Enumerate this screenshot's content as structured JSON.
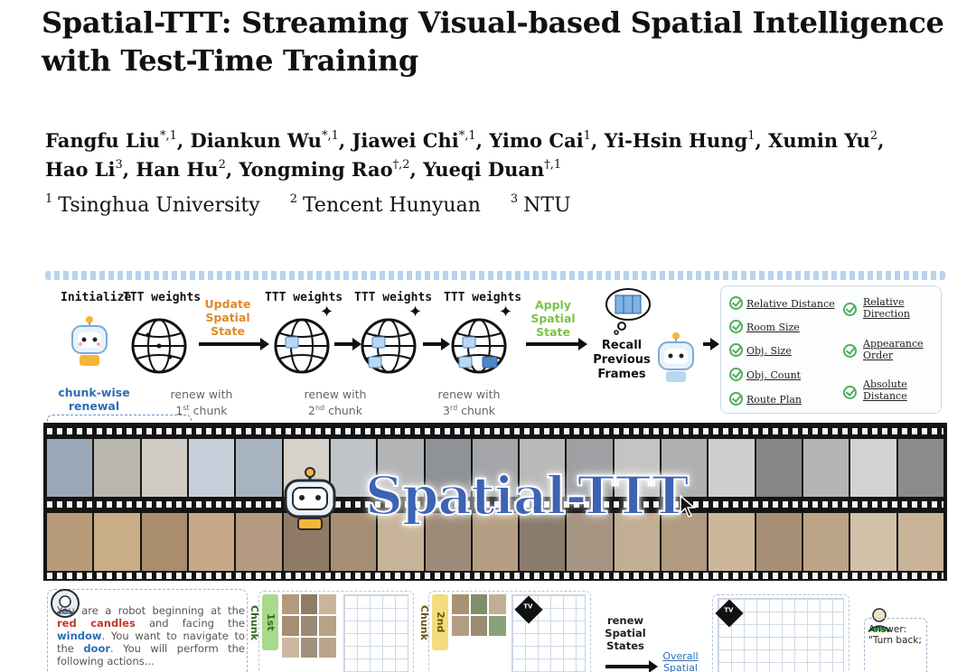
{
  "paper": {
    "title_line1": "Spatial-TTT: Streaming Visual-based Spatial Intelligence",
    "title_line2": "with Test-Time Training",
    "authors": [
      {
        "name": "Fangfu Liu",
        "sup": "*,1",
        "sep": ", "
      },
      {
        "name": "Diankun Wu",
        "sup": "*,1",
        "sep": ", "
      },
      {
        "name": "Jiawei Chi",
        "sup": "*,1",
        "sep": ", "
      },
      {
        "name": "Yimo Cai",
        "sup": "1",
        "sep": ", "
      },
      {
        "name": "Yi-Hsin Hung",
        "sup": "1",
        "sep": ", "
      },
      {
        "name": "Xumin Yu",
        "sup": "2",
        "sep": ","
      },
      {
        "name": "Hao Li",
        "sup": "3",
        "sep": ", "
      },
      {
        "name": "Han Hu",
        "sup": "2",
        "sep": ", "
      },
      {
        "name": "Yongming Rao",
        "sup": "†,2",
        "sep": ", "
      },
      {
        "name": "Yueqi Duan",
        "sup": "†,1",
        "sep": ""
      }
    ],
    "affiliations": [
      {
        "num": "1",
        "name": "Tsinghua University"
      },
      {
        "num": "2",
        "name": "Tencent Hunyuan"
      },
      {
        "num": "3",
        "name": "NTU"
      }
    ]
  },
  "figure": {
    "initialize_label": "Initialize",
    "ttt_weights_label": "TTT weights",
    "update_state": "Update Spatial State",
    "apply_state": "Apply Spatial State",
    "chunk_wise": "chunk-wise renewal",
    "renew": [
      {
        "text": "renew with",
        "ord_num": "1",
        "ord_suf": "st",
        "chunk": "chunk"
      },
      {
        "text": "renew with",
        "ord_num": "2",
        "ord_suf": "nd",
        "chunk": "chunk"
      },
      {
        "text": "renew with",
        "ord_num": "3",
        "ord_suf": "rd",
        "chunk": "chunk"
      }
    ],
    "recall": "Recall Previous Frames",
    "tasks_left": [
      "Relative Distance",
      "Room Size",
      "Obj. Size",
      "Obj. Count",
      "Route Plan"
    ],
    "tasks_right": [
      "Relative Direction",
      "Appearance Order",
      "Absolute Distance"
    ],
    "brand": "Spatial-TTT",
    "prompt_parts": {
      "p1": "You are a robot beginning at the ",
      "red": "red candles",
      "p2": " and facing the ",
      "window": "window",
      "p3": ". You want to navigate to the ",
      "door": "door",
      "p4": ". You will perform the following actions..."
    },
    "chunk1_label": "1st Chunk",
    "chunk2_label": "2nd Chunk",
    "renew_states": "renew Spatial States",
    "overall_spatial": "Overall Spatial",
    "tv_label": "TV",
    "answer_label": "Answer:",
    "answer_text": "\"Turn back;"
  },
  "colors": {
    "orange": "#e08a2a",
    "green": "#7cc24a",
    "blue": "#2d6db5",
    "brand_blue": "#3c63b4"
  }
}
